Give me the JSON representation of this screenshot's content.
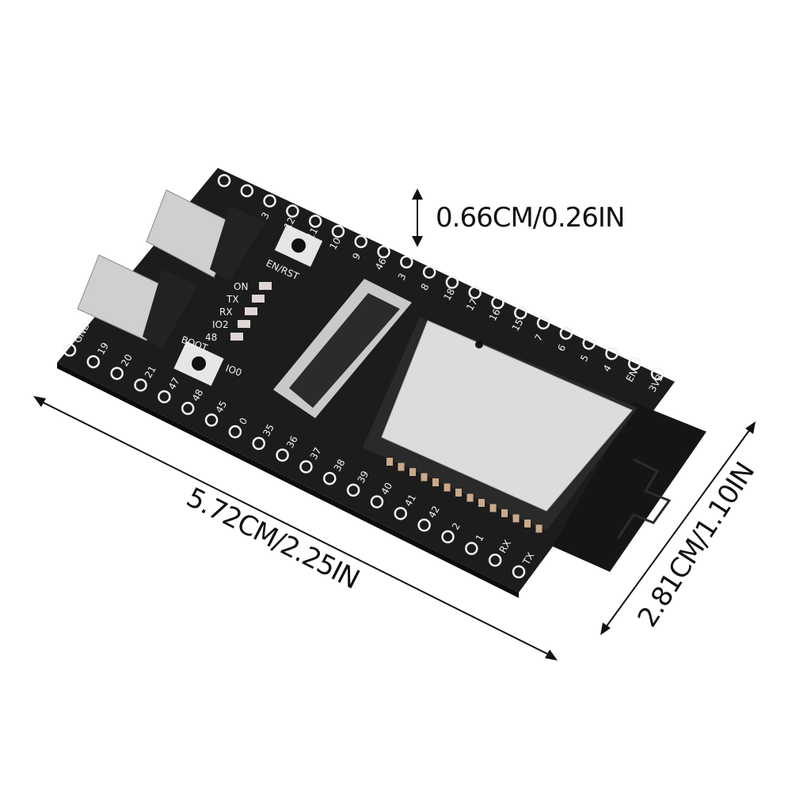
{
  "dimensions": {
    "thickness": "0.66CM/0.26IN",
    "length": "5.72CM/2.25IN",
    "width": "2.81CM/1.10IN"
  },
  "board": {
    "top_pins": [
      "",
      "",
      "3",
      "12",
      "11",
      "10",
      "9",
      "46",
      "3",
      "8",
      "18",
      "17",
      "16",
      "15",
      "7",
      "6",
      "5",
      "4",
      "EN",
      "3V3"
    ],
    "bottom_pins": [
      "GND",
      "19",
      "20",
      "21",
      "47",
      "48",
      "45",
      "0",
      "35",
      "36",
      "37",
      "38",
      "39",
      "40",
      "41",
      "42",
      "2",
      "1",
      "RX",
      "TX"
    ],
    "button_labels": {
      "reset": "EN/RST",
      "boot": "BOOT",
      "io0": "IO0"
    },
    "led_labels": [
      "ON",
      "TX",
      "RX",
      "IO2",
      "48"
    ]
  },
  "colors": {
    "pcb": "#1c1c1c",
    "shield": "#dcdcdc",
    "silk": "#f2f2f2",
    "antenna": "#151515"
  }
}
